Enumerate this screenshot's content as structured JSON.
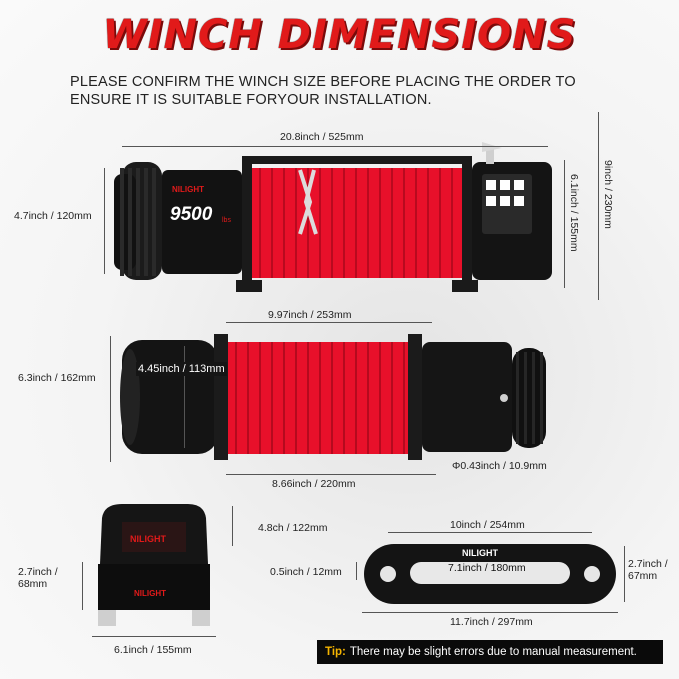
{
  "title": "WINCH DIMENSIONS",
  "intro": "PLEASE CONFIRM THE WINCH SIZE BEFORE PLACING THE ORDER TO ENSURE IT IS SUITABLE FORYOUR INSTALLATION.",
  "brand": "NILIGHT",
  "winch_model": "9500",
  "winch_unit": "lbs",
  "dimensions": {
    "total_length": "20.8inch / 525mm",
    "height_9": "9inch / 230mm",
    "height_left": "4.7inch / 120mm",
    "height_right": "6.1inch / 155mm",
    "drum_length": "9.97inch / 253mm",
    "body_height": "6.3inch / 162mm",
    "drum_diameter": "4.45inch / 113mm",
    "mount_length": "8.66inch / 220mm",
    "rope_diameter": "Φ0.43inch / 10.9mm",
    "control_height": "4.8ch / 122mm",
    "control_depth": "2.7inch / 68mm",
    "control_width": "6.1inch / 155mm",
    "fairlead_hole": "10inch / 254mm",
    "fairlead_thickness": "0.5inch / 12mm",
    "fairlead_slot": "7.1inch / 180mm",
    "fairlead_height": "2.7inch / 67mm",
    "fairlead_length": "11.7inch / 297mm"
  },
  "tip": {
    "label": "Tip:",
    "text": "There may be slight errors due to manual measurement."
  },
  "colors": {
    "accent": "#e11a1a",
    "rope": "#e8102a",
    "body": "#151515",
    "tip_label": "#f4b400"
  }
}
